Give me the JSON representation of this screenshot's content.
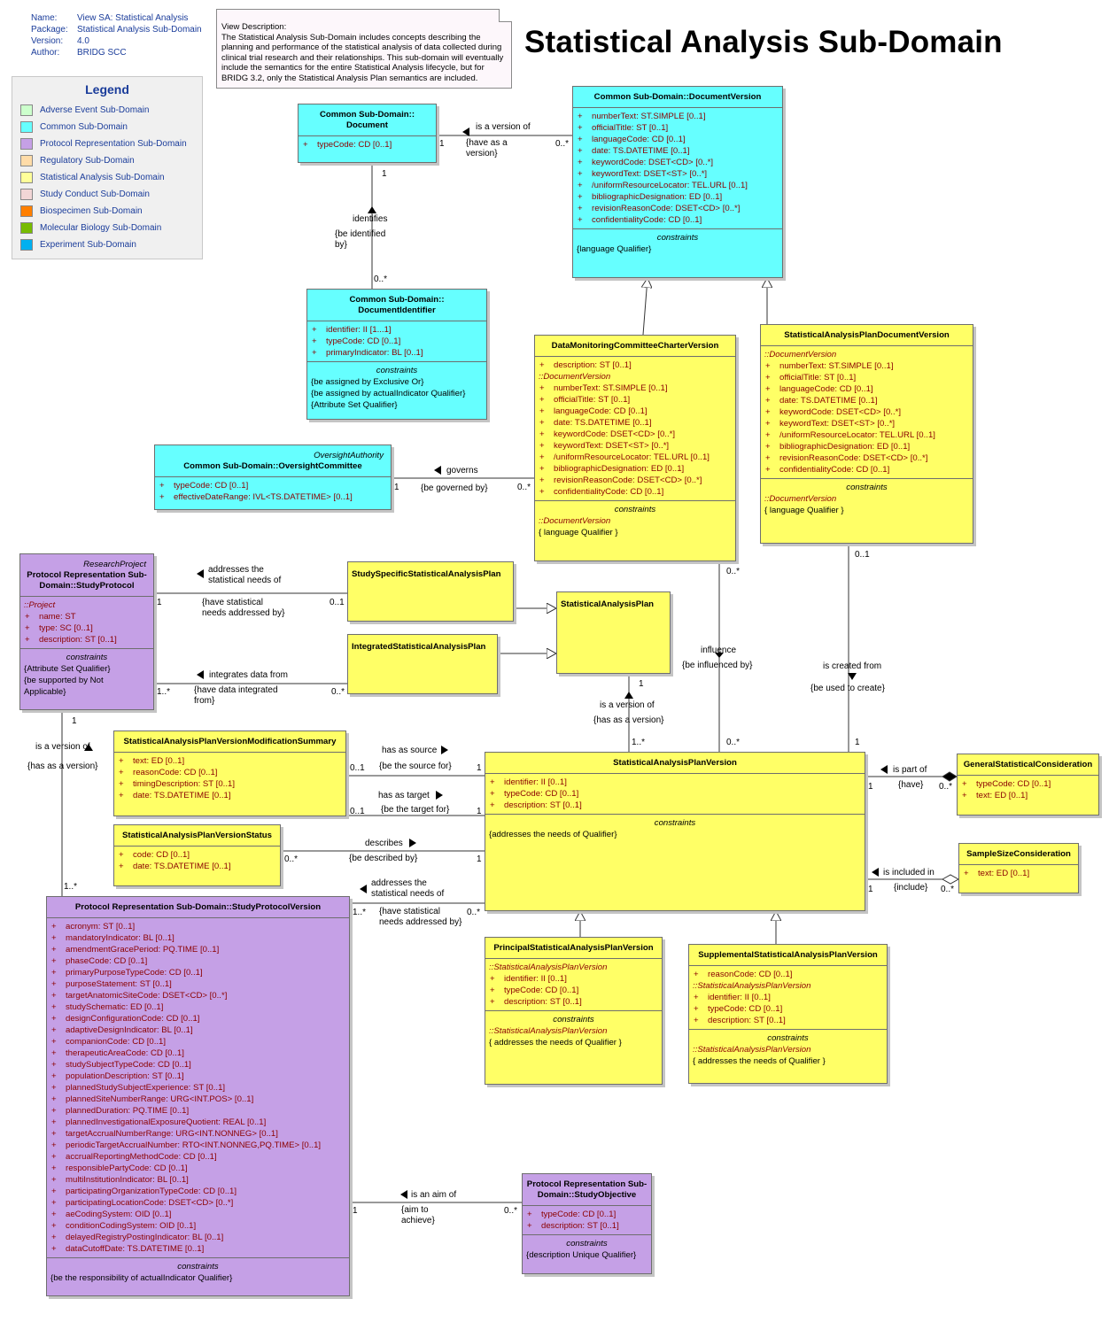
{
  "meta": {
    "name_key": "Name:",
    "name": "View SA: Statistical Analysis",
    "package_key": "Package:",
    "package": "Statistical Analysis Sub-Domain",
    "version_key": "Version:",
    "version": "4.0",
    "author_key": "Author:",
    "author": "BRIDG SCC"
  },
  "note": {
    "heading": "View Description:",
    "text": "The Statistical Analysis Sub-Domain includes concepts describing the planning and performance of the statistical analysis of data collected during clinical trial research and their relationships. This sub-domain will eventually include the semantics for the entire Statistical Analysis lifecycle, but for BRIDG 3.2, only the Statistical Analysis Plan semantics are included."
  },
  "title": "Statistical Analysis Sub-Domain",
  "legend": {
    "title": "Legend",
    "items": [
      {
        "label": "Adverse Event Sub-Domain",
        "color": "#ccffcc"
      },
      {
        "label": "Common Sub-Domain",
        "color": "#66ffff"
      },
      {
        "label": "Protocol Representation Sub-Domain",
        "color": "#c5a0e6"
      },
      {
        "label": "Regulatory Sub-Domain",
        "color": "#ffdca8"
      },
      {
        "label": "Statistical Analysis Sub-Domain",
        "color": "#ffff99"
      },
      {
        "label": "Study Conduct Sub-Domain",
        "color": "#f2d6d6"
      },
      {
        "label": "Biospecimen Sub-Domain",
        "color": "#ff7f00"
      },
      {
        "label": "Molecular Biology Sub-Domain",
        "color": "#77bb00"
      },
      {
        "label": "Experiment Sub-Domain",
        "color": "#00b0f0"
      }
    ]
  },
  "classes": {
    "document": {
      "title": "Common Sub-Domain::\nDocument",
      "attrs": [
        {
          "mark": "+",
          "text": "typeCode: CD [0..1]"
        }
      ]
    },
    "documentVersion": {
      "title": "Common Sub-Domain::DocumentVersion",
      "attrs": [
        {
          "mark": "+",
          "text": "numberText: ST.SIMPLE [0..1]"
        },
        {
          "mark": "+",
          "text": "officialTitle: ST [0..1]"
        },
        {
          "mark": "+",
          "text": "languageCode: CD [0..1]"
        },
        {
          "mark": "+",
          "text": "date: TS.DATETIME [0..1]"
        },
        {
          "mark": "+",
          "text": "keywordCode: DSET<CD> [0..*]"
        },
        {
          "mark": "+",
          "text": "keywordText: DSET<ST> [0..*]"
        },
        {
          "mark": "+",
          "text": "/uniformResourceLocator: TEL.URL [0..1]"
        },
        {
          "mark": "+",
          "text": "bibliographicDesignation: ED [0..1]"
        },
        {
          "mark": "+",
          "text": "revisionReasonCode: DSET<CD> [0..*]"
        },
        {
          "mark": "+",
          "text": "confidentialityCode: CD [0..1]"
        }
      ],
      "constraints_heading": "constraints",
      "constraints": [
        "{language Qualifier}"
      ]
    },
    "documentIdentifier": {
      "title": "Common Sub-Domain::\nDocumentIdentifier",
      "attrs": [
        {
          "mark": "+",
          "text": "identifier: II [1...1]"
        },
        {
          "mark": "+",
          "text": "typeCode: CD [0..1]"
        },
        {
          "mark": "+",
          "text": "primaryIndicator: BL [0..1]"
        }
      ],
      "constraints_heading": "constraints",
      "constraints": [
        "{be assigned by Exclusive Or}",
        "{be assigned by actualIndicator Qualifier}",
        "{Attribute Set Qualifier}"
      ]
    },
    "oversightCommittee": {
      "stereotype": "OversightAuthority",
      "title": "Common Sub-Domain::OversightCommittee",
      "attrs": [
        {
          "mark": "+",
          "text": "typeCode: CD [0..1]"
        },
        {
          "mark": "+",
          "text": "effectiveDateRange: IVL<TS.DATETIME> [0..1]"
        }
      ]
    },
    "dmcCharterVersion": {
      "title": "DataMonitoringCommitteeCharterVersion",
      "attrs": [
        {
          "mark": "+",
          "text": "description: ST [0..1]"
        }
      ],
      "inherited_heading": "::DocumentVersion",
      "inherited": [
        {
          "mark": "+",
          "text": "numberText: ST.SIMPLE [0..1]"
        },
        {
          "mark": "+",
          "text": "officialTitle: ST [0..1]"
        },
        {
          "mark": "+",
          "text": "languageCode: CD [0..1]"
        },
        {
          "mark": "+",
          "text": "date: TS.DATETIME [0..1]"
        },
        {
          "mark": "+",
          "text": "keywordCode: DSET<CD> [0..*]"
        },
        {
          "mark": "+",
          "text": "keywordText: DSET<ST> [0..*]"
        },
        {
          "mark": "+",
          "text": "/uniformResourceLocator: TEL.URL [0..1]"
        },
        {
          "mark": "+",
          "text": "bibliographicDesignation: ED [0..1]"
        },
        {
          "mark": "+",
          "text": "revisionReasonCode: DSET<CD> [0..*]"
        },
        {
          "mark": "+",
          "text": "confidentialityCode: CD [0..1]"
        }
      ],
      "constraints_heading": "constraints",
      "constraints_group": "::DocumentVersion",
      "constraints": [
        "{ language Qualifier }"
      ]
    },
    "sapDocumentVersion": {
      "title": "StatisticalAnalysisPlanDocumentVersion",
      "inherited_heading": "::DocumentVersion",
      "inherited": [
        {
          "mark": "+",
          "text": "numberText: ST.SIMPLE [0..1]"
        },
        {
          "mark": "+",
          "text": "officialTitle: ST [0..1]"
        },
        {
          "mark": "+",
          "text": "languageCode: CD [0..1]"
        },
        {
          "mark": "+",
          "text": "date: TS.DATETIME [0..1]"
        },
        {
          "mark": "+",
          "text": "keywordCode: DSET<CD> [0..*]"
        },
        {
          "mark": "+",
          "text": "keywordText: DSET<ST> [0..*]"
        },
        {
          "mark": "+",
          "text": "/uniformResourceLocator: TEL.URL [0..1]"
        },
        {
          "mark": "+",
          "text": "bibliographicDesignation: ED [0..1]"
        },
        {
          "mark": "+",
          "text": "revisionReasonCode: DSET<CD> [0..*]"
        },
        {
          "mark": "+",
          "text": "confidentialityCode: CD [0..1]"
        }
      ],
      "constraints_heading": "constraints",
      "constraints_group": "::DocumentVersion",
      "constraints": [
        "{ language Qualifier }"
      ]
    },
    "studyProtocol": {
      "stereotype": "ResearchProject",
      "title": "Protocol Representation Sub-\nDomain::StudyProtocol",
      "inherited_heading": "::Project",
      "inherited": [
        {
          "mark": "+",
          "text": "name: ST"
        },
        {
          "mark": "+",
          "text": "type: SC [0..1]"
        },
        {
          "mark": "+",
          "text": "description: ST [0..1]"
        }
      ],
      "constraints_heading": "constraints",
      "constraints": [
        "{Attribute Set Qualifier}",
        "{be supported by Not",
        "Applicable}"
      ]
    },
    "studySpecificSap": {
      "title": "StudySpecificStatisticalAnalysisPlan"
    },
    "integratedSap": {
      "title": "IntegratedStatisticalAnalysisPlan"
    },
    "sap": {
      "title": "StatisticalAnalysisPlan"
    },
    "sapvModSummary": {
      "title": "StatisticalAnalysisPlanVersionModificationSummary",
      "attrs": [
        {
          "mark": "+",
          "text": "text: ED [0..1]"
        },
        {
          "mark": "+",
          "text": "reasonCode: CD [0..1]"
        },
        {
          "mark": "+",
          "text": "timingDescription: ST [0..1]"
        },
        {
          "mark": "+",
          "text": "date: TS.DATETIME [0..1]"
        }
      ]
    },
    "sapvStatus": {
      "title": "StatisticalAnalysisPlanVersionStatus",
      "attrs": [
        {
          "mark": "+",
          "text": "code: CD [0..1]"
        },
        {
          "mark": "+",
          "text": "date: TS.DATETIME [0..1]"
        }
      ]
    },
    "sapVersion": {
      "title": "StatisticalAnalysisPlanVersion",
      "attrs": [
        {
          "mark": "+",
          "text": "identifier: II [0..1]"
        },
        {
          "mark": "+",
          "text": "typeCode: CD [0..1]"
        },
        {
          "mark": "+",
          "text": "description: ST [0..1]"
        }
      ],
      "constraints_heading": "constraints",
      "constraints": [
        "{addresses the needs of Qualifier}"
      ]
    },
    "generalConsideration": {
      "title": "GeneralStatisticalConsideration",
      "attrs": [
        {
          "mark": "+",
          "text": "typeCode: CD [0..1]"
        },
        {
          "mark": "+",
          "text": "text: ED [0..1]"
        }
      ]
    },
    "sampleSize": {
      "title": "SampleSizeConsideration",
      "attrs": [
        {
          "mark": "+",
          "text": "text: ED [0..1]"
        }
      ]
    },
    "principalSapv": {
      "title": "PrincipalStatisticalAnalysisPlanVersion",
      "inherited_heading": "::StatisticalAnalysisPlanVersion",
      "inherited": [
        {
          "mark": "+",
          "text": "identifier: II [0..1]"
        },
        {
          "mark": "+",
          "text": "typeCode: CD [0..1]"
        },
        {
          "mark": "+",
          "text": "description: ST [0..1]"
        }
      ],
      "constraints_heading": "constraints",
      "constraints_group": "::StatisticalAnalysisPlanVersion",
      "constraints": [
        "{ addresses the needs of Qualifier }"
      ]
    },
    "supplementalSapv": {
      "title": "SupplementalStatisticalAnalysisPlanVersion",
      "attrs": [
        {
          "mark": "+",
          "text": "reasonCode: CD [0..1]"
        }
      ],
      "inherited_heading": "::StatisticalAnalysisPlanVersion",
      "inherited": [
        {
          "mark": "+",
          "text": "identifier: II [0..1]"
        },
        {
          "mark": "+",
          "text": "typeCode: CD [0..1]"
        },
        {
          "mark": "+",
          "text": "description: ST [0..1]"
        }
      ],
      "constraints_heading": "constraints",
      "constraints_group": "::StatisticalAnalysisPlanVersion",
      "constraints": [
        "{ addresses the needs of Qualifier }"
      ]
    },
    "studyProtocolVersion": {
      "title": "Protocol Representation Sub-Domain::StudyProtocolVersion",
      "attrs": [
        {
          "mark": "+",
          "text": "acronym: ST [0..1]"
        },
        {
          "mark": "+",
          "text": "mandatoryIndicator: BL [0..1]"
        },
        {
          "mark": "+",
          "text": "amendmentGracePeriod: PQ.TIME [0..1]"
        },
        {
          "mark": "+",
          "text": "phaseCode: CD [0..1]"
        },
        {
          "mark": "+",
          "text": "primaryPurposeTypeCode: CD [0..1]"
        },
        {
          "mark": "+",
          "text": "purposeStatement: ST [0..1]"
        },
        {
          "mark": "+",
          "text": "targetAnatomicSiteCode: DSET<CD> [0..*]"
        },
        {
          "mark": "+",
          "text": "studySchematic: ED [0..1]"
        },
        {
          "mark": "+",
          "text": "designConfigurationCode: CD [0..1]"
        },
        {
          "mark": "+",
          "text": "adaptiveDesignIndicator: BL [0..1]"
        },
        {
          "mark": "+",
          "text": "companionCode: CD [0..1]"
        },
        {
          "mark": "+",
          "text": "therapeuticAreaCode: CD [0..1]"
        },
        {
          "mark": "+",
          "text": "studySubjectTypeCode: CD [0..1]"
        },
        {
          "mark": "+",
          "text": "populationDescription: ST [0..1]"
        },
        {
          "mark": "+",
          "text": "plannedStudySubjectExperience: ST [0..1]"
        },
        {
          "mark": "+",
          "text": "plannedSiteNumberRange: URG<INT.POS> [0..1]"
        },
        {
          "mark": "+",
          "text": "plannedDuration: PQ.TIME [0..1]"
        },
        {
          "mark": "+",
          "text": "plannedInvestigationalExposureQuotient: REAL [0..1]"
        },
        {
          "mark": "+",
          "text": "targetAccrualNumberRange: URG<INT.NONNEG> [0..1]"
        },
        {
          "mark": "+",
          "text": "periodicTargetAccrualNumber: RTO<INT.NONNEG,PQ.TIME> [0..1]"
        },
        {
          "mark": "+",
          "text": "accrualReportingMethodCode: CD [0..1]"
        },
        {
          "mark": "+",
          "text": "responsiblePartyCode: CD [0..1]"
        },
        {
          "mark": "+",
          "text": "multiInstitutionIndicator: BL [0..1]"
        },
        {
          "mark": "+",
          "text": "participatingOrganizationTypeCode: CD [0..1]"
        },
        {
          "mark": "+",
          "text": "participatingLocationCode: DSET<CD> [0..*]"
        },
        {
          "mark": "+",
          "text": "aeCodingSystem: OID [0..1]"
        },
        {
          "mark": "+",
          "text": "conditionCodingSystem: OID [0..1]"
        },
        {
          "mark": "+",
          "text": "delayedRegistryPostingIndicator: BL [0..1]"
        },
        {
          "mark": "+",
          "text": "dataCutoffDate: TS.DATETIME [0..1]"
        }
      ],
      "constraints_heading": "constraints",
      "constraints": [
        "{be the responsibility of actualIndicator Qualifier}"
      ]
    },
    "studyObjective": {
      "title": "Protocol Representation Sub-\nDomain::StudyObjective",
      "attrs": [
        {
          "mark": "+",
          "text": "typeCode: CD [0..1]"
        },
        {
          "mark": "+",
          "text": "description: ST [0..1]"
        }
      ],
      "constraints_heading": "constraints",
      "constraints": [
        "{description Unique Qualifier}"
      ]
    }
  },
  "labels": {
    "doc_version_of": "is a version of",
    "doc_has_version": "{have as a\nversion}",
    "doc_m1": "1",
    "doc_m2": "0..*",
    "identifies": "identifies",
    "be_identified": "{be identified\nby}",
    "ident_m1": "1",
    "ident_m2": "0..*",
    "governs": "governs",
    "be_governed": "{be governed by}",
    "gov_m1": "1",
    "gov_m2": "0..*",
    "addresses": "addresses the\nstatistical needs of",
    "have_addressed": "{have statistical\nneeds addressed by}",
    "addr_m1": "1",
    "addr_m2": "0..1",
    "integrates": "integrates data from",
    "have_integrated": "{have data integrated\nfrom}",
    "int_m1": "1..*",
    "int_m2": "0..*",
    "influence": "influence",
    "be_influenced": "{be influenced by}",
    "infl_m1": "0..*",
    "infl_m2": "0..*",
    "created_from": "is created from",
    "used_to_create": "{be used to create}",
    "cr_m1": "0..1",
    "cr_m2": "1",
    "sap_version_of": "is a version of",
    "sap_has_version": "{has as a version}",
    "sapv_m1": "1",
    "sapv_m2": "1..*",
    "sp_version_of": "is a version of",
    "sp_has_version": "{has as a version}",
    "spv_m1": "1",
    "spv_m2": "1..*",
    "has_source": "has as source",
    "be_source": "{be the source for}",
    "src_m1": "0..1",
    "src_m2": "1",
    "has_target": "has as target",
    "be_target": "{be the target for}",
    "tgt_m1": "0..1",
    "tgt_m2": "1",
    "describes": "describes",
    "be_described": "{be described by}",
    "desc_m1": "0..*",
    "desc_m2": "1",
    "addresses2": "addresses the\nstatistical needs of",
    "have_addressed2": "{have statistical\nneeds addressed by}",
    "addr2_m1": "1..*",
    "addr2_m2": "0..*",
    "part_of": "is part of",
    "have": "{have}",
    "part_m1": "1",
    "part_m2": "0..*",
    "included_in": "is included in",
    "include": "{include}",
    "inc_m1": "1",
    "inc_m2": "0..*",
    "aim_of": "is an aim of",
    "aim_to": "{aim to\nachieve}",
    "aim_m1": "1",
    "aim_m2": "0..*"
  }
}
